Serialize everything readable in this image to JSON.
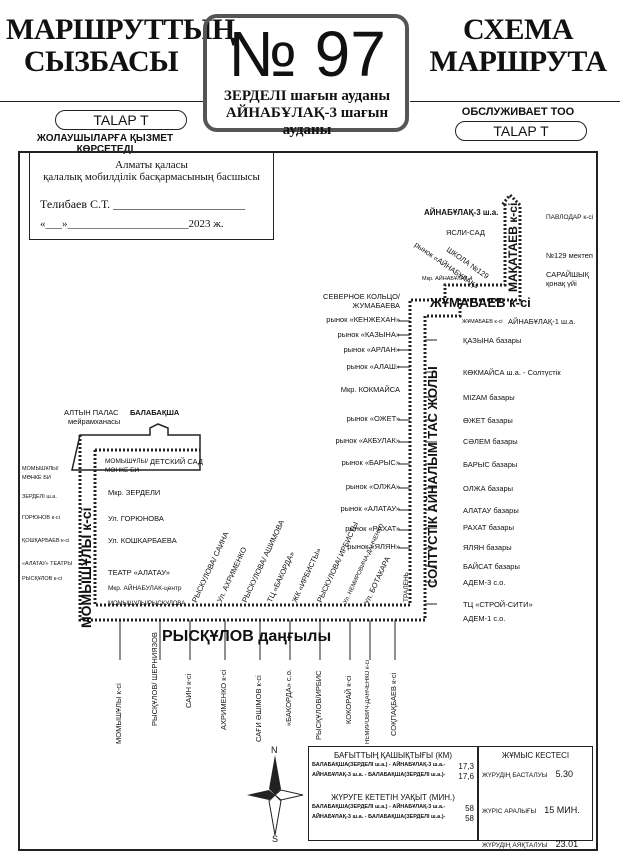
{
  "header": {
    "title_kz_1": "МАРШРУТТЫҢ",
    "title_kz_2": "СЫЗБАСЫ",
    "title_ru_1": "СХЕМА",
    "title_ru_2": "МАРШРУТА",
    "number": "№ 97",
    "district_1": "ЗЕРДЕЛІ шағын ауданы",
    "district_2": "АЙНАБҰЛАҚ-3 шағын ауданы",
    "operator_left": "TALAP T",
    "operator_left_caption": "ЖОЛАУШЫЛАРҒА ҚЫЗМЕТ КӨРСЕТЕДІ",
    "operator_right_caption": "ОБСЛУЖИВАЕТ ТОО",
    "operator_right": "TALAP T"
  },
  "approval": {
    "line1": "Алматы қаласы",
    "line2": "қалалық мобилділік басқармасының басшысы",
    "signer": "Телибаев С.Т. ______________________",
    "date": "«___»______________________2023 ж."
  },
  "roads": {
    "rysqulov": "РЫСҚҰЛОВ даңғылы",
    "momyshuly": "МОМЫШҰЛЫ к-сі",
    "south_ring": "СОЛТҮСТІК АЙНАЛЫМ ТАС ЖОЛЫ",
    "zhumabaev": "ЖҰМАБАЕВ к-сі",
    "makataev": "МАҚАТАЕВ к-сі"
  },
  "stops_top": {
    "ainabulak3": "АЙНАБҰЛАҚ-3 ш.а.",
    "pavlodar": "ПАВЛОДАР к-сі",
    "yasli": "ЯСЛИ-САД",
    "school": "ШКОЛА №129",
    "market_ain": "рынок «АЙНАБҰЛАҚ»",
    "school129": "№129 мектеп",
    "saraishyk": "САРАЙШЫҚ",
    "konak": "қонақ үйі",
    "mkr_ain4": "Мкр. АЙНАБҰЛАҚ-4"
  },
  "stops_left_col": [
    "СЕВЕРНОЕ КОЛЬЦО/",
    "ЖУМАБАЕВА",
    "рынок «КЕНЖЕХАН»",
    "рынок «КАЗЫНА»",
    "рынок «АРЛАН»",
    "рынок «АЛАШ»",
    "Мкр. КОКМАЙСА",
    "рынок «ОЖЕТ»",
    "рынок «АКБУЛАК»",
    "рынок «БАРЫС»",
    "рынок «ОЛЖА»",
    "рынок «АЛАТАУ»",
    "рынок «РАХАТ»",
    "рынок «ЯЛЯН»"
  ],
  "stops_right_col": [
    "ЖҰМАБАЕВ к-сі",
    "АЙНАБҰЛАҚ-1 ш.а.",
    "ҚАЗЫНА базары",
    "КӨКМАЙСА ш.а. - Солтүстік",
    "MIZAM базары",
    "ӨЖЕТ базары",
    "СӘЛЕМ базары",
    "БАРЫС базары",
    "ОЛЖА базары",
    "АЛАТАУ базары",
    "РАХАТ базары",
    "ЯЛЯН базары",
    "БАЙСАТ базары",
    "АДЕМ-3 с.о.",
    "ТЦ «СТРОЙ-СИТИ»",
    "АДЕМ-1 с.о."
  ],
  "stops_west": {
    "altyn_palas": "АЛТЫН ПАЛАС",
    "meiramkhana": "мейрамханасы",
    "balabaksha": "БАЛАБАҚША",
    "momyshuly_monke": "МОМЫШҰЛЫ/",
    "monke_bi": "МӨНКЕ БИ",
    "detskii_sad": "ДЕТСКИЙ САД",
    "mkr_zerdeli": "Мкр. ЗЕРДЕЛИ",
    "gorjunova": "Ул. ГОРЮНОВА",
    "koshkarbaeva": "Ул. КОШКАРБАЕВА",
    "teatr_alatau": "ТЕАТР «АЛАТАУ»",
    "mkr_ain_center": "Мкр. АЙНАБУЛАК-центр",
    "momyshuly_rysk": "МОМЫШУЛЫ/РЫСКУЛОВА"
  },
  "stops_far_left": [
    "МОМЫШҰЛЫ/",
    "МӨНКЕ БИ",
    "ЗЕРДЕЛІ ш.а.",
    "ГОРЮНОВ к-сі",
    "ҚОШҚАРБАЕВ к-сі",
    "«АЛАТАУ» ТЕАТРЫ",
    "РЫСҚҰЛОВ к-сі"
  ],
  "stops_diag": [
    "РЫСКУЛОВА/ САИНА",
    "Ул. АХРИМЕНКО",
    "РЫСКУЛОВА/ АШИМОВА",
    "ТЦ «БАКОРДА»",
    "ЖК «ИРБИСТЫ»",
    "РЫСКУЛОВА/ ИРБИСТЫ",
    "Ул. НЕМИРОВИЧА-ДАНЧЕНКО",
    "Ул. БОТАКАРА",
    "ТРАЛЕНЬ"
  ],
  "stops_bottom": [
    "МОМЫШҰЛЫ к-сі",
    "РЫСҚҰЛОВ/ ШЕРНИЯЗОВ",
    "САИН к-сі",
    "АХРИМЕНКО к-сі",
    "САҒИ ӘШІМОВ к-сі",
    "«БАКОРДА» с.о.",
    "РЫСҚҰЛОВ/ИРБИС",
    "КОКОРАЙ к-сі",
    "НЕМИРОВИЧ-ДАНЧЕНКО к-сі",
    "СОҚПАҚБАЕВ к-сі"
  ],
  "info": {
    "distance_title": "БАҒЫТТЫҢ ҚАШЫҚТЫҒЫ (КМ)",
    "d_row1": "БАЛАБАҚША(ЗЕРДЕЛІ ш.а.) - АЙНАБҰЛАҚ-3 ш.а.-",
    "d_val1": "17,3",
    "d_row2": "АЙНАБҰЛАҚ-3 ш.а. - БАЛАБАҚША(ЗЕРДЕЛІ ш.а.)-",
    "d_val2": "17,6",
    "time_title": "ЖҮРУГЕ КЕТЕТІН УАҚЫТ (МИН.)",
    "t_row1": "БАЛАБАҚША(ЗЕРДЕЛІ ш.а.) - АЙНАБҰЛАҚ-3 ш.а.-",
    "t_val1": "58",
    "t_row2": "АЙНАБҰЛАҚ-3 ш.а. - БАЛАБАҚША(ЗЕРДЕЛІ ш.а.)-",
    "t_val2": "58",
    "schedule_title": "ЖҰМЫС КЕСТЕСІ",
    "start_label": "ЖҮРУДІҢ БАСТАЛУЫ",
    "start_val": "5.30",
    "interval_label": "ЖҮРІС АРАЛЫҒЫ",
    "interval_val": "15 МИН.",
    "end_label": "ЖҮРУДІҢ АЯҚТАЛУЫ",
    "end_val": "23.01"
  },
  "compass": {
    "n": "N",
    "s": "S"
  }
}
